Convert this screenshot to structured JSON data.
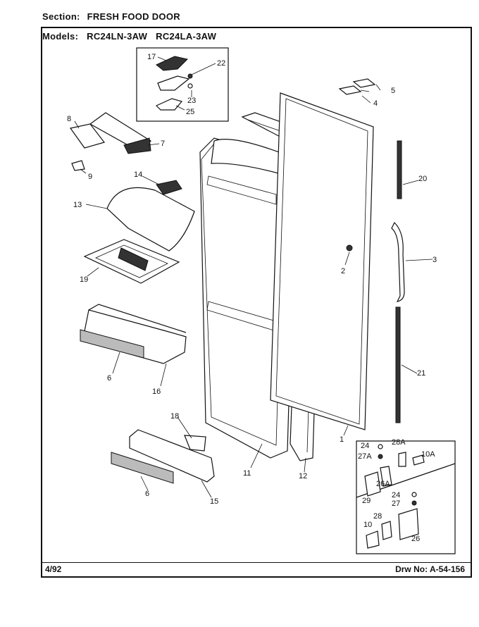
{
  "header": {
    "section_label": "Section:",
    "section_value": "FRESH FOOD DOOR",
    "models_label": "Models:",
    "models": [
      "RC24LN-3AW",
      "RC24LA-3AW"
    ]
  },
  "footer": {
    "date": "4/92",
    "drawing_number": "Drw No: A-54-156"
  },
  "callouts": {
    "c1": "1",
    "c2": "2",
    "c3": "3",
    "c4": "4",
    "c5": "5",
    "c6a": "6",
    "c6b": "6",
    "c7": "7",
    "c8": "8",
    "c9": "9",
    "c10": "10",
    "c10A": "10A",
    "c11": "11",
    "c12": "12",
    "c13": "13",
    "c14": "14",
    "c15": "15",
    "c16": "16",
    "c17": "17",
    "c18": "18",
    "c19": "19",
    "c20": "20",
    "c21": "21",
    "c22": "22",
    "c23": "23",
    "c24a": "24",
    "c24b": "24",
    "c25": "25",
    "c26": "26",
    "c26A": "26A",
    "c27": "27",
    "c27A": "27A",
    "c28": "28",
    "c28A": "28A",
    "c29": "29"
  }
}
